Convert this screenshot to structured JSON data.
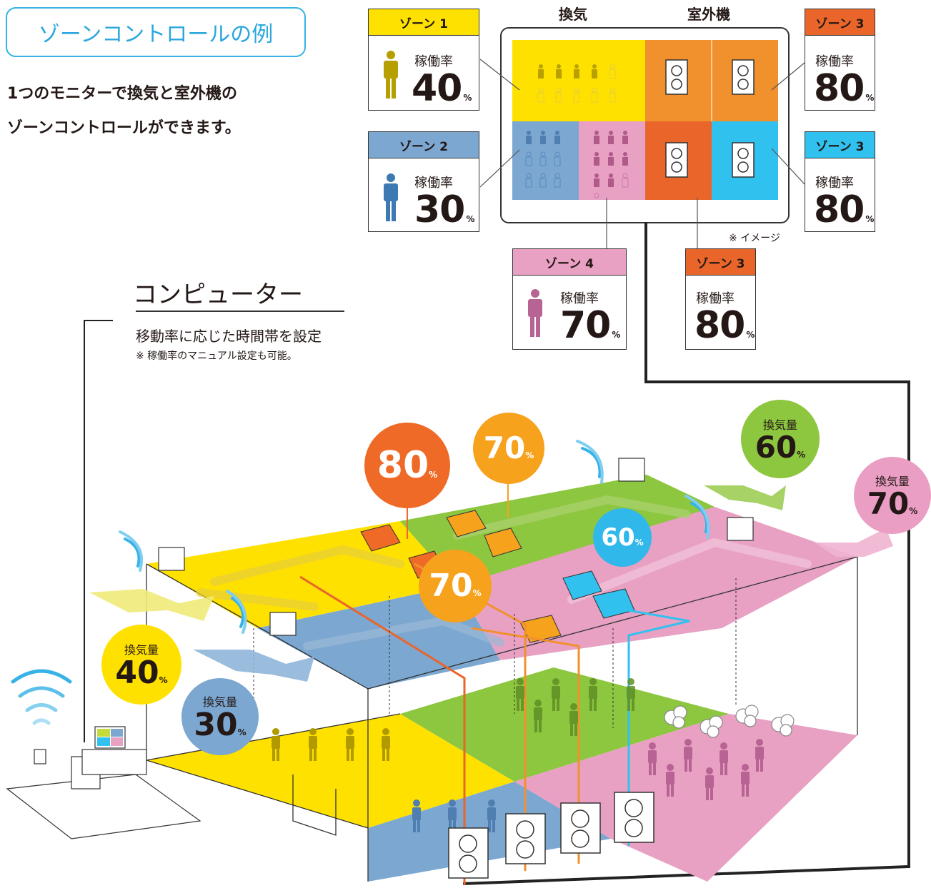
{
  "header": {
    "title": "ゾーンコントロールの例",
    "intro_line1": "1つのモニターで換気と室外機の",
    "intro_line2": "ゾーンコントロールができます。"
  },
  "monitor": {
    "col_ventilation": "換気",
    "col_outdoor": "室外機",
    "note": "※ イメージ"
  },
  "zones": [
    {
      "name": "ゾーン 1",
      "rate_label": "稼働率",
      "rate": "40",
      "unit": "%",
      "color": "#ffe100"
    },
    {
      "name": "ゾーン 2",
      "rate_label": "稼働率",
      "rate": "30",
      "unit": "%",
      "color": "#7ba7d1"
    },
    {
      "name": "ゾーン 4",
      "rate_label": "稼働率",
      "rate": "70",
      "unit": "%",
      "color": "#e8a0c3"
    },
    {
      "name": "ゾーン 3",
      "rate_label": "稼働率",
      "rate": "80",
      "unit": "%",
      "color": "#e9652a"
    },
    {
      "name": "ゾーン 3",
      "rate_label": "稼働率",
      "rate": "80",
      "unit": "%",
      "color": "#e9652a"
    },
    {
      "name": "ゾーン 3",
      "rate_label": "稼働率",
      "rate": "80",
      "unit": "%",
      "color": "#30c1ef"
    }
  ],
  "computer": {
    "title": "コンピューター",
    "desc": "移動率に応じた時間帯を設定",
    "note": "※ 稼働率のマニュアル設定も可能。"
  },
  "bubbles": [
    {
      "label": "",
      "value": "80",
      "unit": "%",
      "color": "#ef6a26"
    },
    {
      "label": "",
      "value": "70",
      "unit": "%",
      "color": "#f6a21d"
    },
    {
      "label": "",
      "value": "70",
      "unit": "%",
      "color": "#f6a21d"
    },
    {
      "label": "",
      "value": "60",
      "unit": "%",
      "color": "#31b8ea"
    },
    {
      "label": "換気量",
      "value": "60",
      "unit": "%",
      "color": "#8dc63f"
    },
    {
      "label": "換気量",
      "value": "70",
      "unit": "%",
      "color": "#ea9ec3"
    },
    {
      "label": "換気量",
      "value": "40",
      "unit": "%",
      "color": "#ffe100"
    },
    {
      "label": "換気量",
      "value": "30",
      "unit": "%",
      "color": "#7ba7d1"
    }
  ],
  "colors": {
    "yellow": "#ffe100",
    "blue": "#7ba7d1",
    "pink": "#e8a0c3",
    "green": "#8dc63f",
    "orange": "#e9652a",
    "amber": "#f0912e",
    "cyan": "#30c1ef",
    "title_cyan": "#35b3e6"
  },
  "icons": [
    "person-icon",
    "outdoor-unit-icon",
    "wifi-icon",
    "airflow-arrow-icon",
    "thought-cloud-icon",
    "desk-pc-icon"
  ]
}
